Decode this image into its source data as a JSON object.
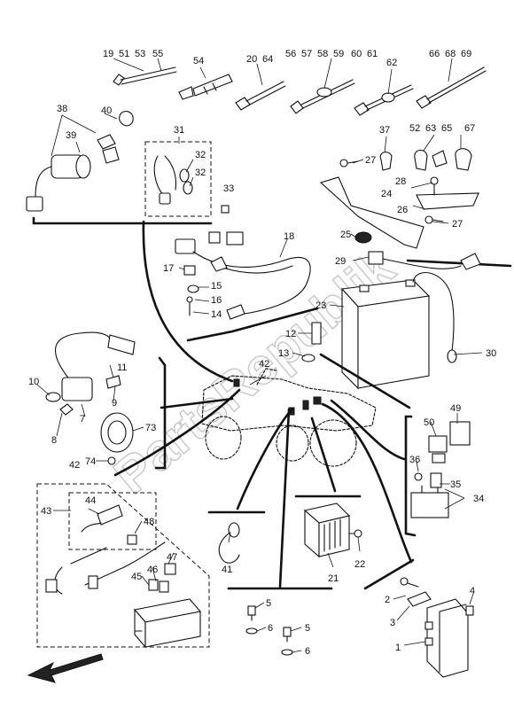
{
  "watermark": "PartsRepublik",
  "callouts": [
    "19",
    "51",
    "53",
    "55",
    "54",
    "20",
    "64",
    "56",
    "57",
    "58",
    "59",
    "60",
    "61",
    "62",
    "66",
    "68",
    "69",
    "38",
    "40",
    "39",
    "31",
    "32",
    "32",
    "33",
    "37",
    "52",
    "63",
    "65",
    "67",
    "27",
    "28",
    "24",
    "26",
    "27",
    "25",
    "29",
    "18",
    "17",
    "15",
    "16",
    "14",
    "23",
    "12",
    "13",
    "30",
    "11",
    "9",
    "10",
    "7",
    "8",
    "42",
    "73",
    "74",
    "42",
    "43",
    "44",
    "48",
    "47",
    "46",
    "45",
    "41",
    "50",
    "49",
    "36",
    "35",
    "34",
    "21",
    "22",
    "2",
    "4",
    "3",
    "1",
    "5",
    "6",
    "5",
    "6"
  ]
}
